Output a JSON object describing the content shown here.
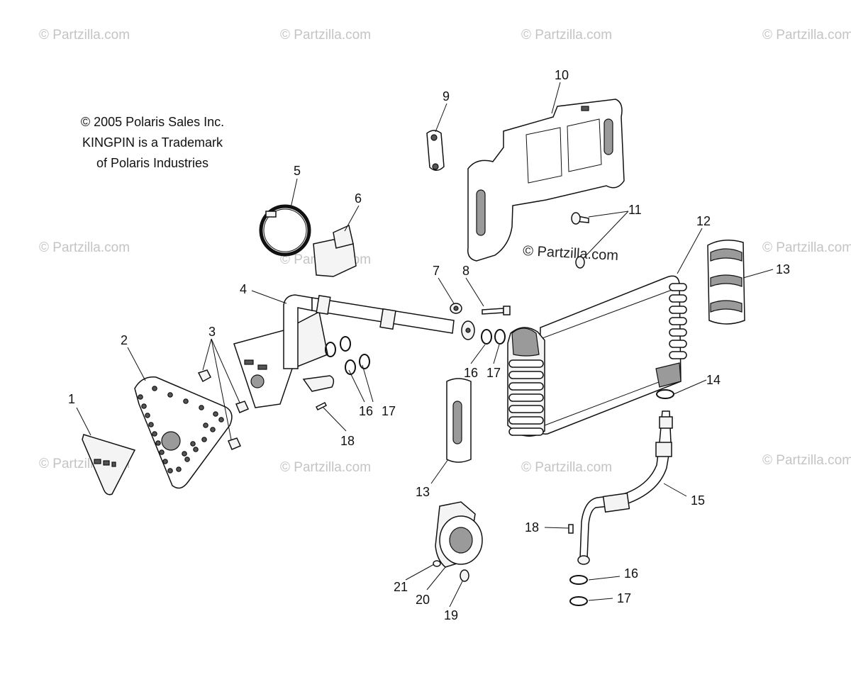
{
  "watermark": "© Partzilla.com",
  "copyright": {
    "line1": "© 2005 Polaris Sales Inc.",
    "line2": "KINGPIN is a Trademark",
    "line3": "of Polaris Industries"
  },
  "callouts": {
    "n1": "1",
    "n2": "2",
    "n3": "3",
    "n4": "4",
    "n5": "5",
    "n6": "6",
    "n7": "7",
    "n8": "8",
    "n9": "9",
    "n10": "10",
    "n11": "11",
    "n12": "12",
    "n13a": "13",
    "n13b": "13",
    "n14": "14",
    "n15": "15",
    "n16a": "16",
    "n16b": "16",
    "n16c": "16",
    "n17a": "17",
    "n17b": "17",
    "n17c": "17",
    "n18a": "18",
    "n18b": "18",
    "n19": "19",
    "n20": "20",
    "n21": "21"
  }
}
